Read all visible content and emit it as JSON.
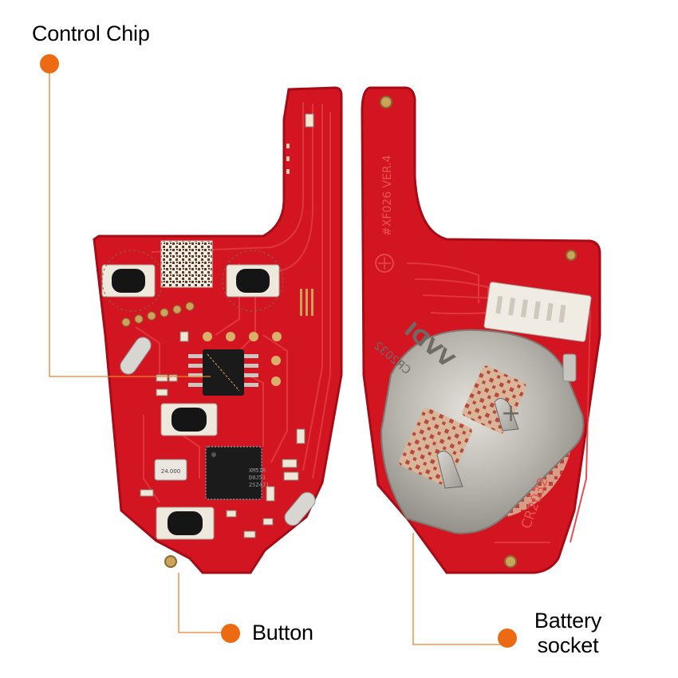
{
  "labels": {
    "control_chip": "Control Chip",
    "button": "Button",
    "battery_socket_line1": "Battery",
    "battery_socket_line2": "socket"
  },
  "board_left": {
    "crystal_text": "24.000",
    "qfn_text_1": "XM51R",
    "qfn_text_2": "D0J51",
    "qfn_text_3": "2S24J1"
  },
  "board_right": {
    "silk_text": "#XF026  VER.4",
    "battery_text_1": "VVDI",
    "battery_text_2": "CR2032",
    "battery_plus": "+",
    "battery_model": "CR2032"
  },
  "colors": {
    "pcb_red": "#d31522",
    "pcb_edge": "#b50d18",
    "trace": "#e23a3f",
    "pad_gold": "#caa45a",
    "accent_orange": "#ec6a12",
    "callout_line": "#e8832a",
    "metal": "#bfbcb4"
  }
}
